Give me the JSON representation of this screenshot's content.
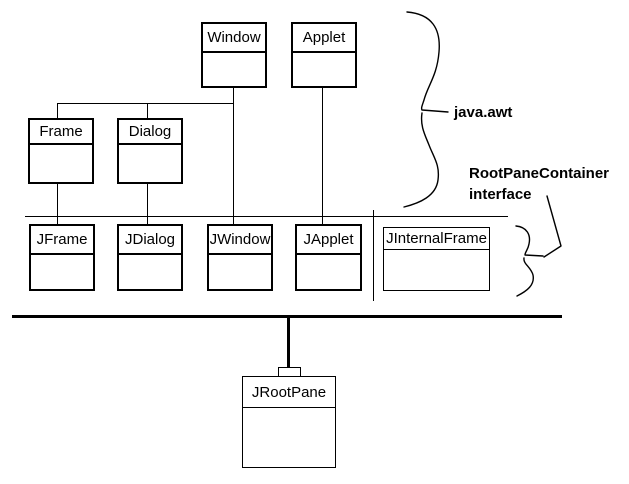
{
  "diagram": {
    "background_color": "#ffffff",
    "line_color": "#000000",
    "boxes": [
      {
        "id": "window",
        "label": "Window"
      },
      {
        "id": "applet",
        "label": "Applet"
      },
      {
        "id": "frame",
        "label": "Frame"
      },
      {
        "id": "dialog",
        "label": "Dialog"
      },
      {
        "id": "jframe",
        "label": "JFrame"
      },
      {
        "id": "jdialog",
        "label": "JDialog"
      },
      {
        "id": "jwindow",
        "label": "JWindow"
      },
      {
        "id": "japplet",
        "label": "JApplet"
      },
      {
        "id": "jinternalframe",
        "label": "JInternalFrame"
      },
      {
        "id": "jrootpane",
        "label": "JRootPane"
      }
    ],
    "labels": {
      "awt_package": "java.awt",
      "rootpane_container": "RootPaneContainer",
      "interface_word": "interface"
    }
  }
}
